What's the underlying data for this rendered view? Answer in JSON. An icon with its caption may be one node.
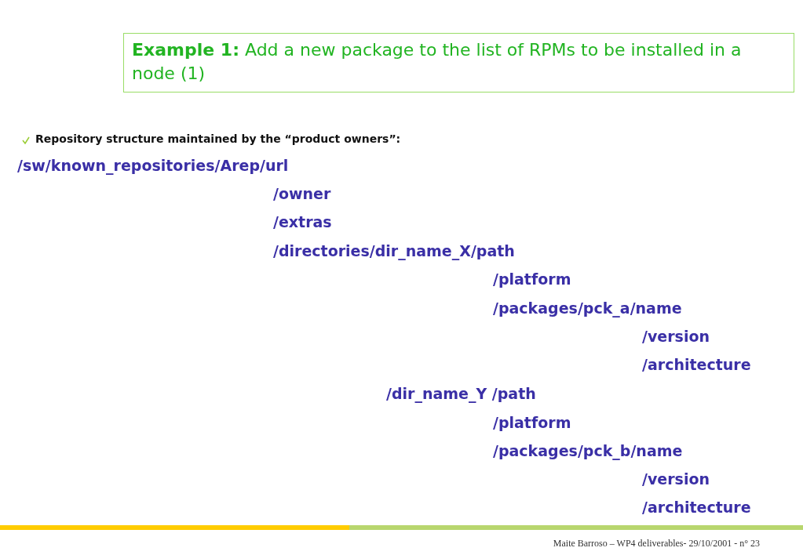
{
  "diagram": {
    "nodes": [
      {
        "text": [
          "**Example 1:** Add a new package to the list of RPMs to be installed in a node (1)"
        ]
      }
    ],
    "edges": [],
    "labels": [
      "Repository structure maintained by the “product owners”:",
      "/sw/known_repositories/Arep/url",
      "/owner",
      "/extras",
      "/directories/dir_name_X/path",
      "/platform",
      "/packages/pck_a/name",
      "/version",
      "/architecture",
      "/dir_name_Y /path",
      "/platform",
      "/packages/pck_b/name",
      "/version",
      "/architecture",
      "Maite Barroso – WP4 deliverables- 29/10/2001 - n° 23"
    ]
  }
}
